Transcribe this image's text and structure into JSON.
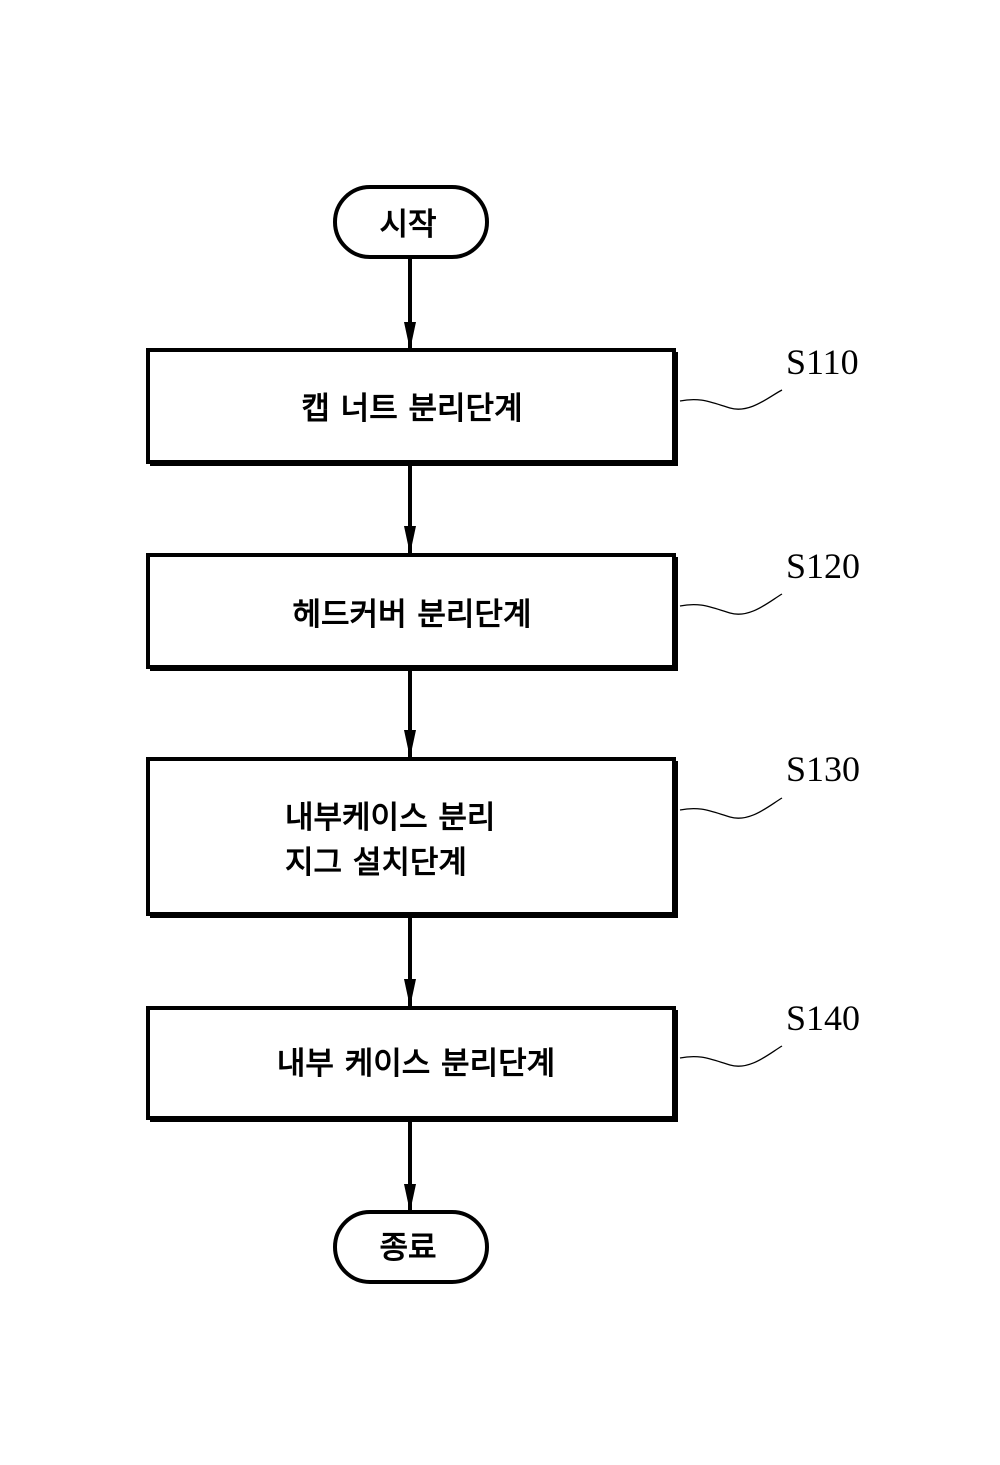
{
  "start": {
    "label": "시작"
  },
  "end": {
    "label": "종료"
  },
  "steps": [
    {
      "id": "S110",
      "lines": [
        "캡 너트 분리단계"
      ]
    },
    {
      "id": "S120",
      "lines": [
        "헤드커버 분리단계"
      ]
    },
    {
      "id": "S130",
      "lines": [
        "내부케이스 분리",
        "지그 설치단계"
      ]
    },
    {
      "id": "S140",
      "lines": [
        "내부 케이스 분리단계"
      ]
    }
  ]
}
